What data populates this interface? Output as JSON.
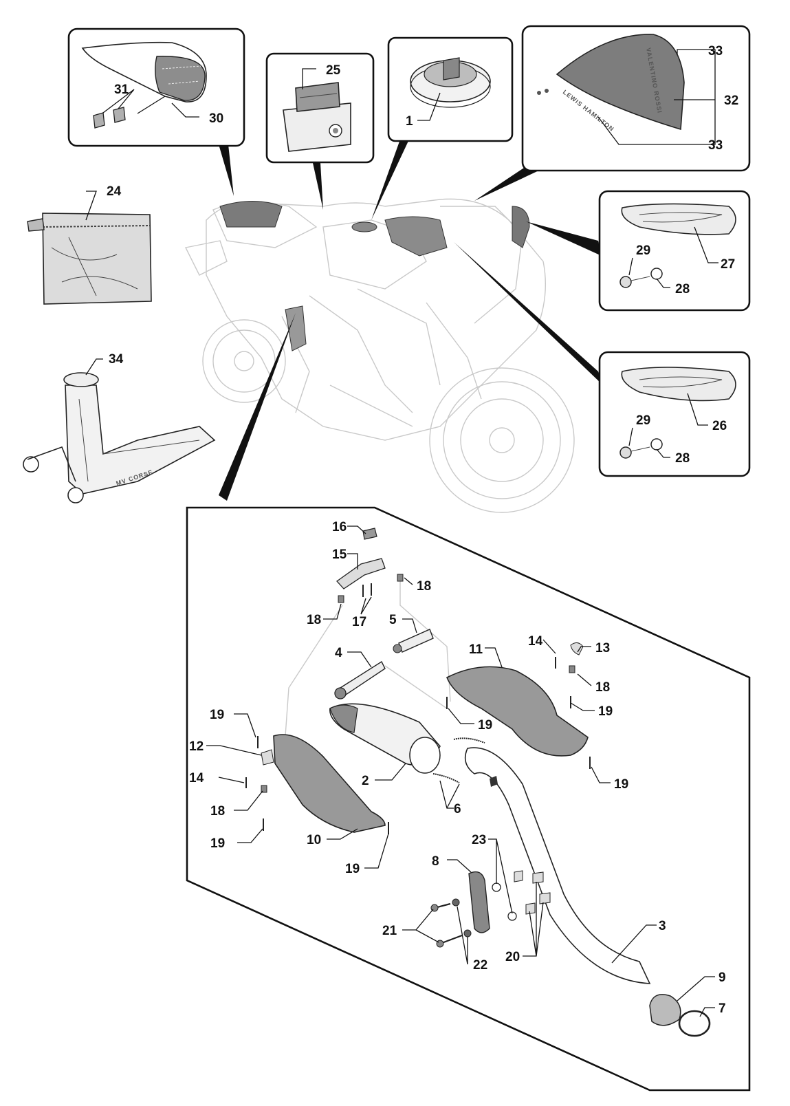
{
  "diagram": {
    "labels": {
      "p1": "1",
      "p2": "2",
      "p3": "3",
      "p4": "4",
      "p5": "5",
      "p6": "6",
      "p7": "7",
      "p8": "8",
      "p9": "9",
      "p10": "10",
      "p11": "11",
      "p12": "12",
      "p13": "13",
      "p14a": "14",
      "p14b": "14",
      "p15": "15",
      "p16": "16",
      "p17": "17",
      "p18a": "18",
      "p18b": "18",
      "p18c": "18",
      "p18d": "18",
      "p19a": "19",
      "p19b": "19",
      "p19c": "19",
      "p19d": "19",
      "p19e": "19",
      "p19f": "19",
      "p20": "20",
      "p21": "21",
      "p22": "22",
      "p23": "23",
      "p24": "24",
      "p25": "25",
      "p26": "26",
      "p27": "27",
      "p28a": "28",
      "p28b": "28",
      "p29a": "29",
      "p29b": "29",
      "p30": "30",
      "p31": "31",
      "p32": "32",
      "p33a": "33",
      "p33b": "33",
      "p34": "34"
    },
    "printed_text": {
      "screen_top": "VALENTINO ROSSI",
      "screen_bottom": "LEWIS HAMILTON",
      "stand_logo": "MV CORSE"
    }
  }
}
